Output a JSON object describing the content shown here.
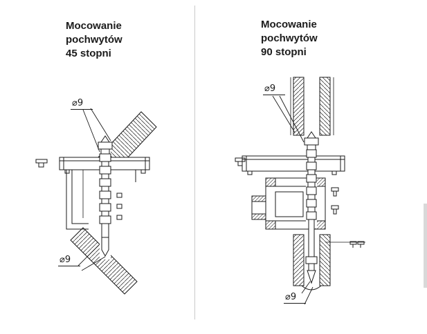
{
  "colors": {
    "background": "#ffffff",
    "line_color": "#1a1a1a",
    "divider": "#c9c9c9",
    "scrollbar": "#d9d9d9"
  },
  "left_panel": {
    "title": "Mocowanie\npochwytów\n45 stopni",
    "dim_top_label": "⌀9",
    "dim_bottom_label": "⌀9"
  },
  "right_panel": {
    "title": "Mocowanie\npochwytów\n90 stopni",
    "dim_top_label": "⌀9",
    "dim_bottom_label": "⌀9"
  }
}
